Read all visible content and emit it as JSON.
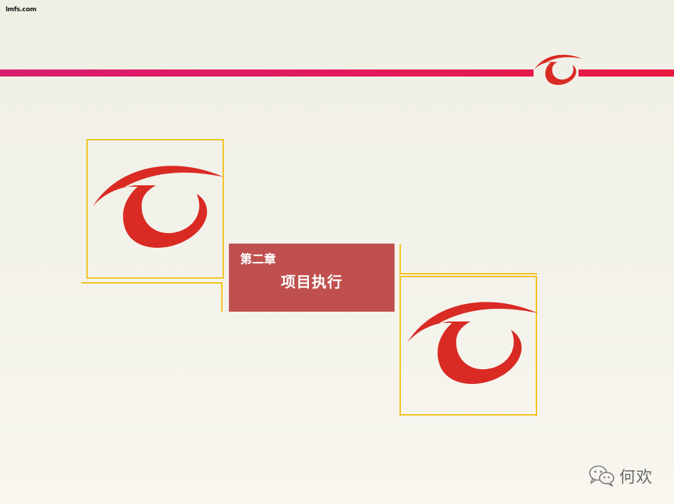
{
  "watermark": {
    "top_left": "lmfs.com"
  },
  "chapter": {
    "label": "第二章",
    "title": "项目执行"
  },
  "footer": {
    "account_name": "何欢",
    "icon": "wechat-icon"
  },
  "colors": {
    "accent_bar": "#e2195a",
    "logo_red": "#d92a24",
    "frame_gold": "#f2c21a",
    "chapter_box": "#c0504f"
  }
}
